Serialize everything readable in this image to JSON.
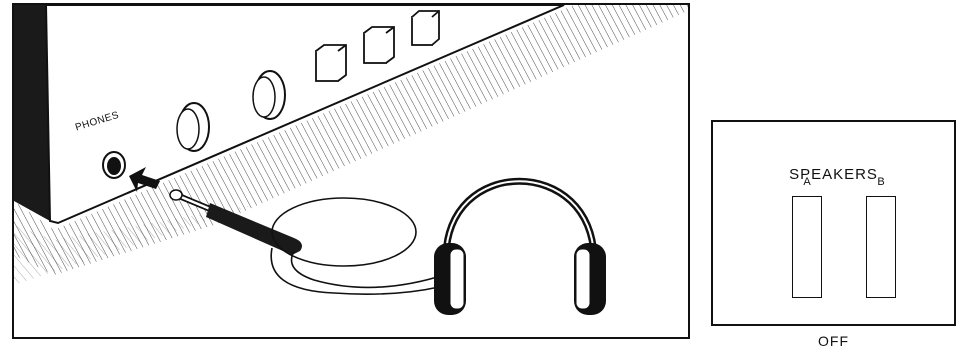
{
  "illustration": {
    "jack_label": "PHONES"
  },
  "speaker_switch_panel": {
    "title": "SPEAKERS",
    "switches": [
      {
        "label": "A"
      },
      {
        "label": "B"
      }
    ],
    "status_label": "OFF"
  }
}
